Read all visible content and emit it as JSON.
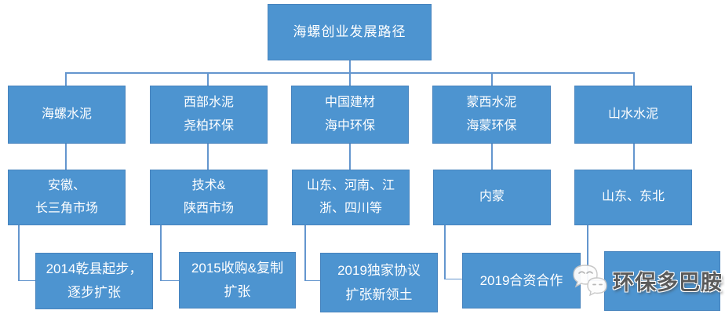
{
  "diagram": {
    "title": "海螺创业发展路径",
    "columns": [
      {
        "partner": {
          "lines": [
            "海螺水泥"
          ]
        },
        "market": {
          "lines": [
            "安徽、",
            "长三角市场"
          ]
        },
        "milestone": {
          "lines": [
            "2014乾县起步，",
            "逐步扩张"
          ]
        }
      },
      {
        "partner": {
          "lines": [
            "西部水泥",
            "尧柏环保"
          ]
        },
        "market": {
          "lines": [
            "技术&",
            "陕西市场"
          ]
        },
        "milestone": {
          "lines": [
            "2015收购&复制",
            "扩张"
          ]
        }
      },
      {
        "partner": {
          "lines": [
            "中国建材",
            "海中环保"
          ]
        },
        "market": {
          "lines": [
            "山东、河南、江",
            "浙、四川等"
          ]
        },
        "milestone": {
          "lines": [
            "2019独家协议",
            "扩张新领土"
          ]
        }
      },
      {
        "partner": {
          "lines": [
            "蒙西水泥",
            "海蒙环保"
          ]
        },
        "market": {
          "lines": [
            "内蒙"
          ]
        },
        "milestone": {
          "lines": [
            "2019合资合作"
          ]
        }
      },
      {
        "partner": {
          "lines": [
            "山水水泥"
          ]
        },
        "market": {
          "lines": [
            "山东、东北"
          ]
        },
        "milestone": {
          "lines": []
        }
      }
    ],
    "watermark": {
      "text": "环保多巴胺",
      "icon": "wechat-chat-bubbles"
    },
    "colors": {
      "box_fill": "#4D94D0",
      "box_border": "#4783BD",
      "connector": "#6496CE",
      "box_text": "#FFFFFF",
      "watermark_text": "#5A5A5A"
    }
  }
}
